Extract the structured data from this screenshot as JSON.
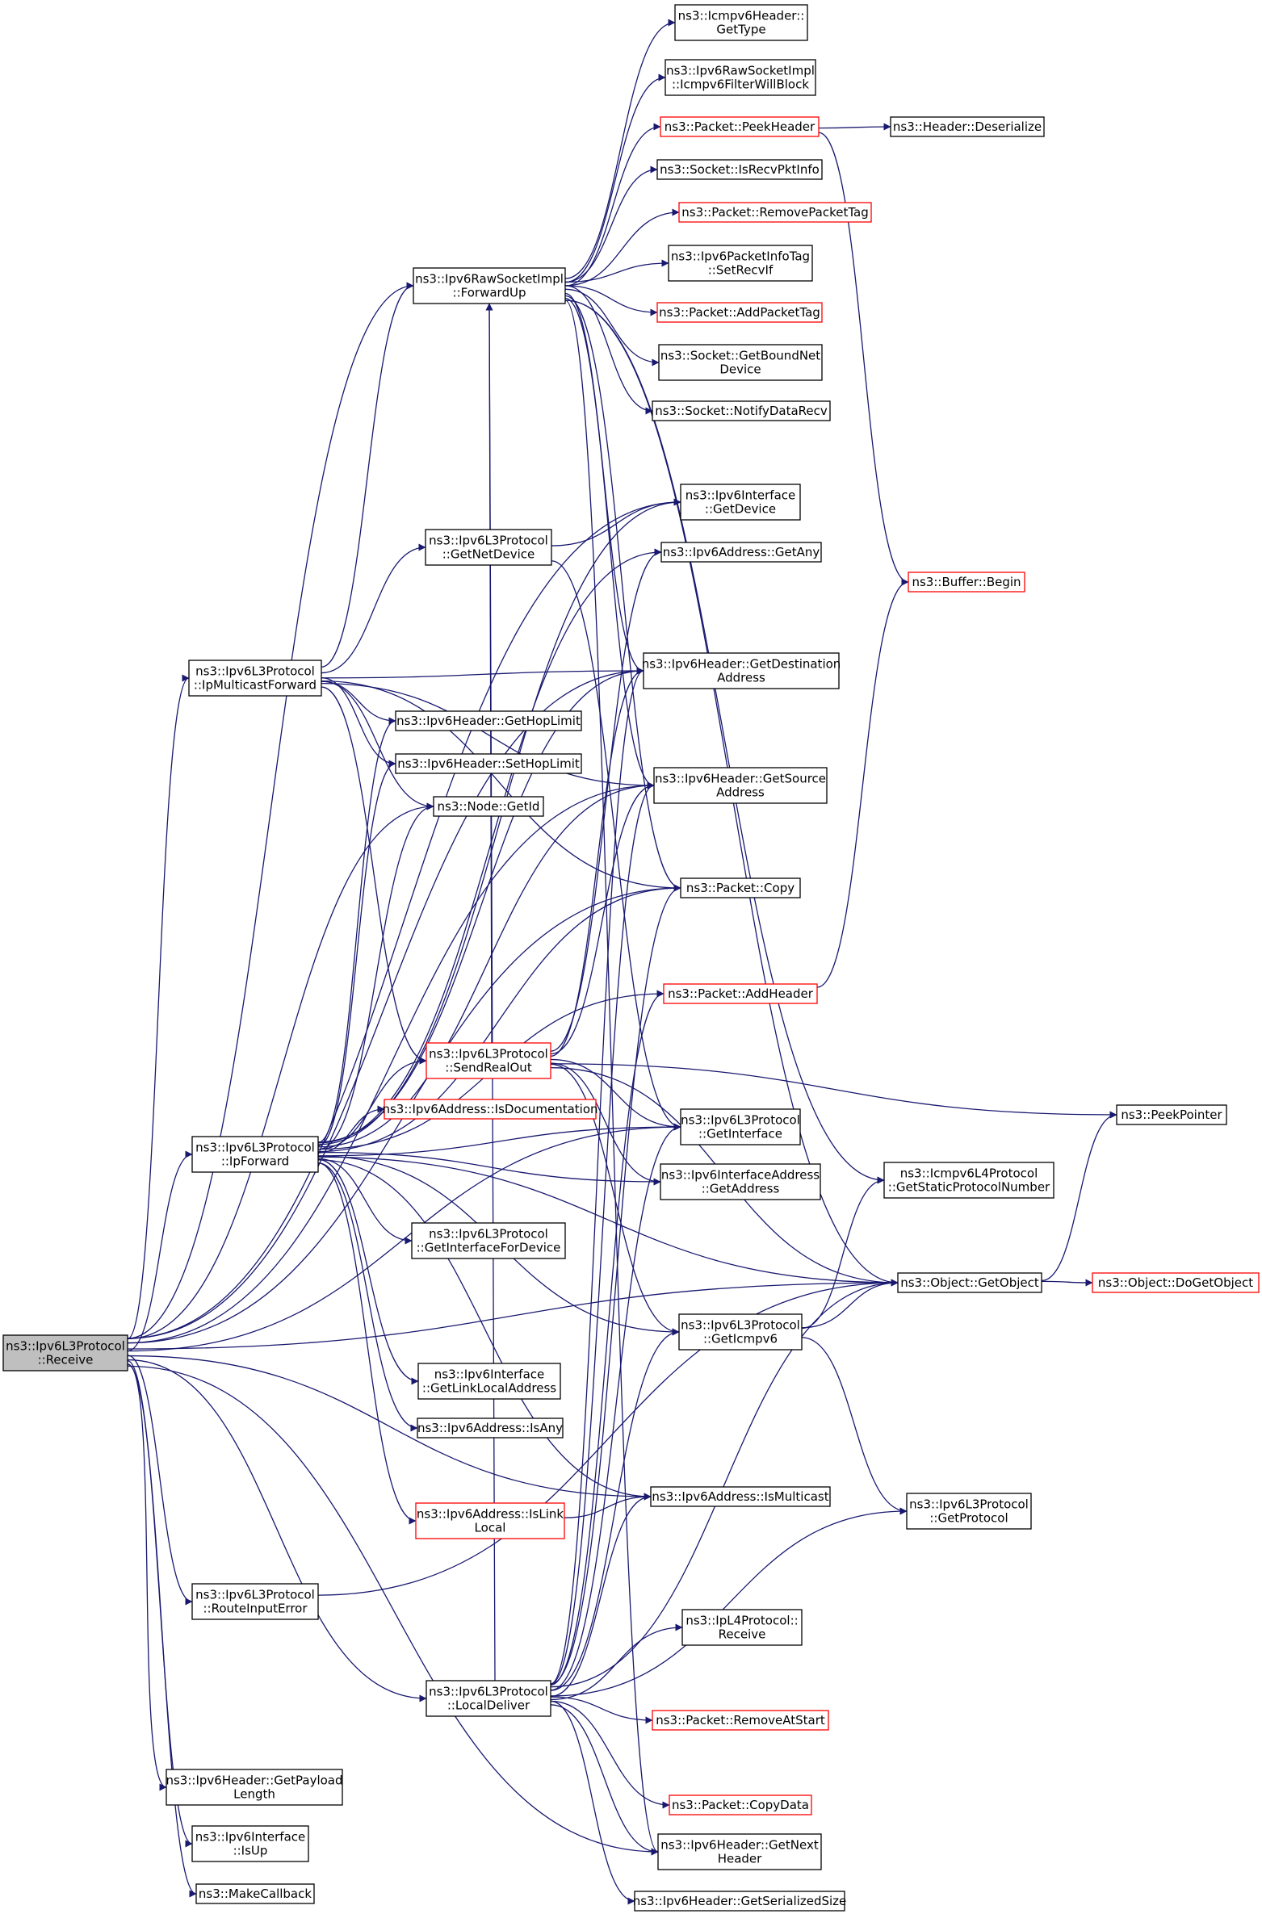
{
  "colors": {
    "edge": "#191970",
    "node_border": "#000000",
    "link_border": "#ff0000",
    "focus_fill": "#bfbfbf",
    "node_fill": "#ffffff"
  },
  "graph": {
    "nodes": [
      {
        "id": "receive",
        "lines": [
          "ns3::Ipv6L3Protocol",
          "::Receive"
        ],
        "style": "focus"
      },
      {
        "id": "getType",
        "lines": [
          "ns3::Icmpv6Header::",
          "GetType"
        ],
        "style": "normal"
      },
      {
        "id": "filterWillBlock",
        "lines": [
          "ns3::Ipv6RawSocketImpl",
          "::Icmpv6FilterWillBlock"
        ],
        "style": "normal"
      },
      {
        "id": "peekHeader",
        "lines": [
          "ns3::Packet::PeekHeader"
        ],
        "style": "link"
      },
      {
        "id": "deserialize",
        "lines": [
          "ns3::Header::Deserialize"
        ],
        "style": "normal"
      },
      {
        "id": "isRecvPktInfo",
        "lines": [
          "ns3::Socket::IsRecvPktInfo"
        ],
        "style": "normal"
      },
      {
        "id": "removePacketTag",
        "lines": [
          "ns3::Packet::RemovePacketTag"
        ],
        "style": "link"
      },
      {
        "id": "setRecvIf",
        "lines": [
          "ns3::Ipv6PacketInfoTag",
          "::SetRecvIf"
        ],
        "style": "normal"
      },
      {
        "id": "forwardUp",
        "lines": [
          "ns3::Ipv6RawSocketImpl",
          "::ForwardUp"
        ],
        "style": "normal"
      },
      {
        "id": "addPacketTag",
        "lines": [
          "ns3::Packet::AddPacketTag"
        ],
        "style": "link"
      },
      {
        "id": "getBoundNetDevice",
        "lines": [
          "ns3::Socket::GetBoundNet",
          "Device"
        ],
        "style": "normal"
      },
      {
        "id": "notifyDataRecv",
        "lines": [
          "ns3::Socket::NotifyDataRecv"
        ],
        "style": "normal"
      },
      {
        "id": "ifGetDevice",
        "lines": [
          "ns3::Ipv6Interface",
          "::GetDevice"
        ],
        "style": "normal"
      },
      {
        "id": "getNetDevice",
        "lines": [
          "ns3::Ipv6L3Protocol",
          "::GetNetDevice"
        ],
        "style": "normal"
      },
      {
        "id": "getAny",
        "lines": [
          "ns3::Ipv6Address::GetAny"
        ],
        "style": "normal"
      },
      {
        "id": "bufferBegin",
        "lines": [
          "ns3::Buffer::Begin"
        ],
        "style": "link"
      },
      {
        "id": "ipMulticastForward",
        "lines": [
          "ns3::Ipv6L3Protocol",
          "::IpMulticastForward"
        ],
        "style": "normal"
      },
      {
        "id": "getDestination",
        "lines": [
          "ns3::Ipv6Header::GetDestination",
          "Address"
        ],
        "style": "normal"
      },
      {
        "id": "getHopLimit",
        "lines": [
          "ns3::Ipv6Header::GetHopLimit"
        ],
        "style": "normal"
      },
      {
        "id": "setHopLimit",
        "lines": [
          "ns3::Ipv6Header::SetHopLimit"
        ],
        "style": "normal"
      },
      {
        "id": "getSource",
        "lines": [
          "ns3::Ipv6Header::GetSource",
          "Address"
        ],
        "style": "normal"
      },
      {
        "id": "nodeGetId",
        "lines": [
          "ns3::Node::GetId"
        ],
        "style": "normal"
      },
      {
        "id": "packetCopy",
        "lines": [
          "ns3::Packet::Copy"
        ],
        "style": "normal"
      },
      {
        "id": "addHeader",
        "lines": [
          "ns3::Packet::AddHeader"
        ],
        "style": "link"
      },
      {
        "id": "sendRealOut",
        "lines": [
          "ns3::Ipv6L3Protocol",
          "::SendRealOut"
        ],
        "style": "link"
      },
      {
        "id": "isDocumentation",
        "lines": [
          "ns3::Ipv6Address::IsDocumentation"
        ],
        "style": "link"
      },
      {
        "id": "peekPointer",
        "lines": [
          "ns3::PeekPointer"
        ],
        "style": "normal"
      },
      {
        "id": "ipForward",
        "lines": [
          "ns3::Ipv6L3Protocol",
          "::IpForward"
        ],
        "style": "normal"
      },
      {
        "id": "getInterface",
        "lines": [
          "ns3::Ipv6L3Protocol",
          "::GetInterface"
        ],
        "style": "normal"
      },
      {
        "id": "ifAddrGetAddress",
        "lines": [
          "ns3::Ipv6InterfaceAddress",
          "::GetAddress"
        ],
        "style": "normal"
      },
      {
        "id": "getStaticProtocolNumber",
        "lines": [
          "ns3::Icmpv6L4Protocol",
          "::GetStaticProtocolNumber"
        ],
        "style": "normal"
      },
      {
        "id": "getInterfaceForDevice",
        "lines": [
          "ns3::Ipv6L3Protocol",
          "::GetInterfaceForDevice"
        ],
        "style": "normal"
      },
      {
        "id": "getObject",
        "lines": [
          "ns3::Object::GetObject"
        ],
        "style": "normal"
      },
      {
        "id": "doGetObject",
        "lines": [
          "ns3::Object::DoGetObject"
        ],
        "style": "link"
      },
      {
        "id": "getIcmpv6",
        "lines": [
          "ns3::Ipv6L3Protocol",
          "::GetIcmpv6"
        ],
        "style": "normal"
      },
      {
        "id": "getLinkLocalAddress",
        "lines": [
          "ns3::Ipv6Interface",
          "::GetLinkLocalAddress"
        ],
        "style": "normal"
      },
      {
        "id": "isAny",
        "lines": [
          "ns3::Ipv6Address::IsAny"
        ],
        "style": "normal"
      },
      {
        "id": "isMulticast",
        "lines": [
          "ns3::Ipv6Address::IsMulticast"
        ],
        "style": "normal"
      },
      {
        "id": "isLinkLocal",
        "lines": [
          "ns3::Ipv6Address::IsLink",
          "Local"
        ],
        "style": "link"
      },
      {
        "id": "getProtocol",
        "lines": [
          "ns3::Ipv6L3Protocol",
          "::GetProtocol"
        ],
        "style": "normal"
      },
      {
        "id": "routeInputError",
        "lines": [
          "ns3::Ipv6L3Protocol",
          "::RouteInputError"
        ],
        "style": "normal"
      },
      {
        "id": "ipL4Receive",
        "lines": [
          "ns3::IpL4Protocol::",
          "Receive"
        ],
        "style": "normal"
      },
      {
        "id": "localDeliver",
        "lines": [
          "ns3::Ipv6L3Protocol",
          "::LocalDeliver"
        ],
        "style": "normal"
      },
      {
        "id": "removeAtStart",
        "lines": [
          "ns3::Packet::RemoveAtStart"
        ],
        "style": "link"
      },
      {
        "id": "getPayloadLength",
        "lines": [
          "ns3::Ipv6Header::GetPayload",
          "Length"
        ],
        "style": "normal"
      },
      {
        "id": "copyData",
        "lines": [
          "ns3::Packet::CopyData"
        ],
        "style": "link"
      },
      {
        "id": "isUp",
        "lines": [
          "ns3::Ipv6Interface",
          "::IsUp"
        ],
        "style": "normal"
      },
      {
        "id": "getNextHeader",
        "lines": [
          "ns3::Ipv6Header::GetNext",
          "Header"
        ],
        "style": "normal"
      },
      {
        "id": "makeCallback",
        "lines": [
          "ns3::MakeCallback"
        ],
        "style": "normal"
      },
      {
        "id": "getSerializedSize",
        "lines": [
          "ns3::Ipv6Header::GetSerializedSize"
        ],
        "style": "normal"
      }
    ],
    "edges": [
      [
        "receive",
        "forwardUp"
      ],
      [
        "receive",
        "ipMulticastForward"
      ],
      [
        "receive",
        "ipForward"
      ],
      [
        "receive",
        "routeInputError"
      ],
      [
        "receive",
        "localDeliver"
      ],
      [
        "receive",
        "getPayloadLength"
      ],
      [
        "receive",
        "isUp"
      ],
      [
        "receive",
        "makeCallback"
      ],
      [
        "receive",
        "getNextHeader"
      ],
      [
        "receive",
        "getDestination"
      ],
      [
        "receive",
        "getSource"
      ],
      [
        "receive",
        "nodeGetId"
      ],
      [
        "receive",
        "packetCopy"
      ],
      [
        "receive",
        "ifGetDevice"
      ],
      [
        "receive",
        "getObject"
      ],
      [
        "receive",
        "isMulticast"
      ],
      [
        "receive",
        "getInterface"
      ],
      [
        "forwardUp",
        "getType"
      ],
      [
        "forwardUp",
        "filterWillBlock"
      ],
      [
        "forwardUp",
        "peekHeader"
      ],
      [
        "forwardUp",
        "isRecvPktInfo"
      ],
      [
        "forwardUp",
        "removePacketTag"
      ],
      [
        "forwardUp",
        "setRecvIf"
      ],
      [
        "forwardUp",
        "addPacketTag"
      ],
      [
        "forwardUp",
        "getBoundNetDevice"
      ],
      [
        "forwardUp",
        "notifyDataRecv"
      ],
      [
        "forwardUp",
        "getDestination"
      ],
      [
        "forwardUp",
        "getSource"
      ],
      [
        "forwardUp",
        "packetCopy"
      ],
      [
        "forwardUp",
        "getNextHeader"
      ],
      [
        "forwardUp",
        "getObject"
      ],
      [
        "forwardUp",
        "getStaticProtocolNumber"
      ],
      [
        "peekHeader",
        "deserialize"
      ],
      [
        "peekHeader",
        "bufferBegin"
      ],
      [
        "getNetDevice",
        "ifGetDevice"
      ],
      [
        "getNetDevice",
        "getInterface"
      ],
      [
        "ipMulticastForward",
        "getNetDevice"
      ],
      [
        "ipMulticastForward",
        "getDestination"
      ],
      [
        "ipMulticastForward",
        "getHopLimit"
      ],
      [
        "ipMulticastForward",
        "setHopLimit"
      ],
      [
        "ipMulticastForward",
        "nodeGetId"
      ],
      [
        "ipMulticastForward",
        "getSource"
      ],
      [
        "ipMulticastForward",
        "packetCopy"
      ],
      [
        "ipMulticastForward",
        "sendRealOut"
      ],
      [
        "ipMulticastForward",
        "forwardUp"
      ],
      [
        "addHeader",
        "bufferBegin"
      ],
      [
        "sendRealOut",
        "peekPointer"
      ],
      [
        "sendRealOut",
        "getInterface"
      ],
      [
        "sendRealOut",
        "ifAddrGetAddress"
      ],
      [
        "sendRealOut",
        "getObject"
      ],
      [
        "sendRealOut",
        "getIcmpv6"
      ],
      [
        "sendRealOut",
        "getAny"
      ],
      [
        "sendRealOut",
        "getDestination"
      ],
      [
        "sendRealOut",
        "getSource"
      ],
      [
        "sendRealOut",
        "forwardUp"
      ],
      [
        "ipForward",
        "sendRealOut"
      ],
      [
        "ipForward",
        "isDocumentation"
      ],
      [
        "ipForward",
        "getInterface"
      ],
      [
        "ipForward",
        "ifAddrGetAddress"
      ],
      [
        "ipForward",
        "getObject"
      ],
      [
        "ipForward",
        "getInterfaceForDevice"
      ],
      [
        "ipForward",
        "getIcmpv6"
      ],
      [
        "ipForward",
        "getLinkLocalAddress"
      ],
      [
        "ipForward",
        "isAny"
      ],
      [
        "ipForward",
        "isMulticast"
      ],
      [
        "ipForward",
        "isLinkLocal"
      ],
      [
        "ipForward",
        "getHopLimit"
      ],
      [
        "ipForward",
        "setHopLimit"
      ],
      [
        "ipForward",
        "nodeGetId"
      ],
      [
        "ipForward",
        "getDestination"
      ],
      [
        "ipForward",
        "getSource"
      ],
      [
        "ipForward",
        "packetCopy"
      ],
      [
        "ipForward",
        "addHeader"
      ],
      [
        "ipForward",
        "getAny"
      ],
      [
        "ipForward",
        "ifGetDevice"
      ],
      [
        "getObject",
        "doGetObject"
      ],
      [
        "getObject",
        "peekPointer"
      ],
      [
        "getIcmpv6",
        "getObject"
      ],
      [
        "getIcmpv6",
        "getStaticProtocolNumber"
      ],
      [
        "getIcmpv6",
        "getProtocol"
      ],
      [
        "isLinkLocal",
        "isMulticast"
      ],
      [
        "routeInputError",
        "getObject"
      ],
      [
        "localDeliver",
        "ipL4Receive"
      ],
      [
        "localDeliver",
        "removeAtStart"
      ],
      [
        "localDeliver",
        "copyData"
      ],
      [
        "localDeliver",
        "getNextHeader"
      ],
      [
        "localDeliver",
        "getSerializedSize"
      ],
      [
        "localDeliver",
        "getProtocol"
      ],
      [
        "localDeliver",
        "getObject"
      ],
      [
        "localDeliver",
        "getIcmpv6"
      ],
      [
        "localDeliver",
        "isMulticast"
      ],
      [
        "localDeliver",
        "getDestination"
      ],
      [
        "localDeliver",
        "getSource"
      ],
      [
        "localDeliver",
        "forwardUp"
      ],
      [
        "localDeliver",
        "packetCopy"
      ],
      [
        "localDeliver",
        "addHeader"
      ],
      [
        "localDeliver",
        "getInterface"
      ]
    ]
  }
}
